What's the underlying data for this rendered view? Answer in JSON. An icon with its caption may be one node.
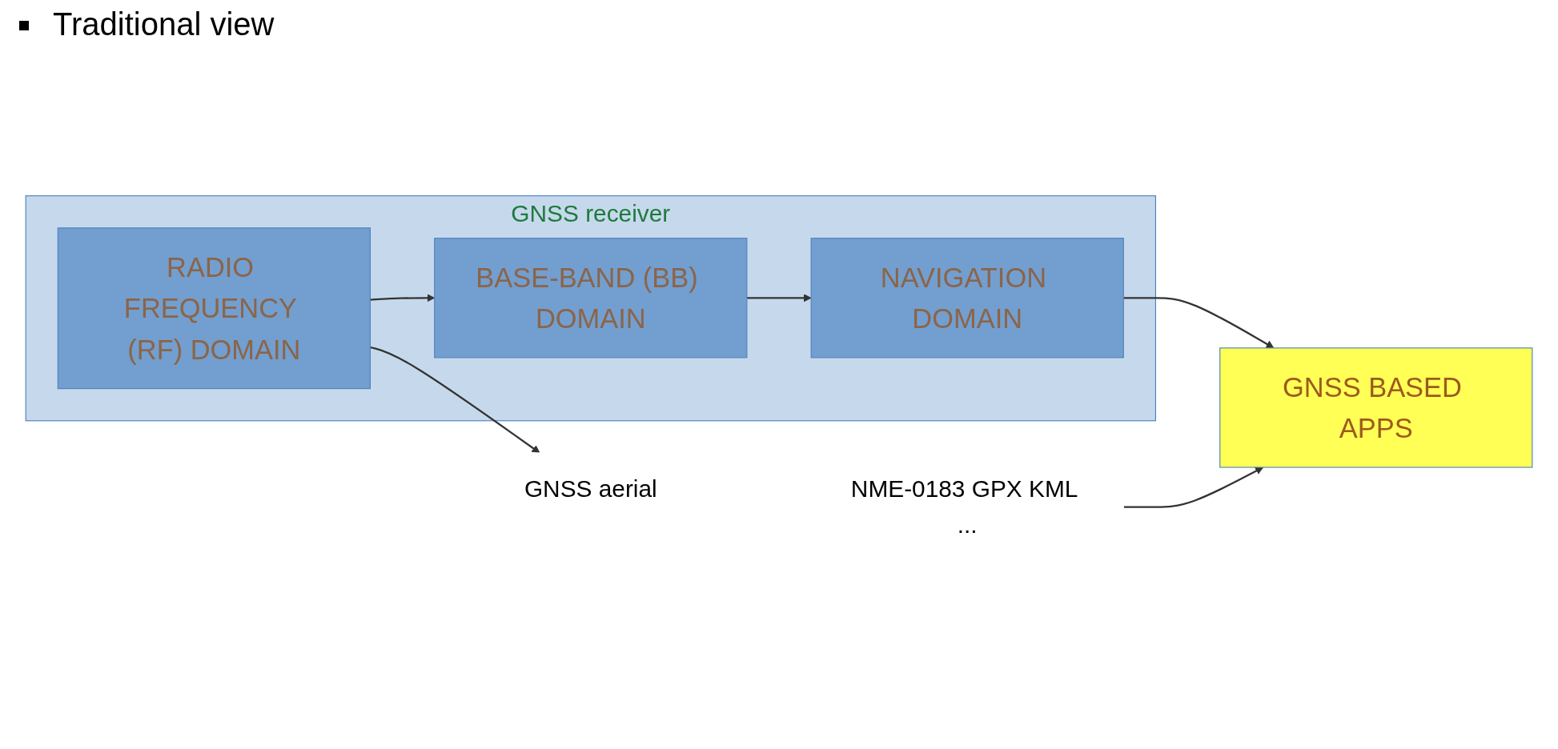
{
  "diagram": {
    "title": "Traditional view",
    "nodes": [
      {
        "text": [
          "GNSS receiver"
        ]
      },
      {
        "text": [
          "RADIO FREQUENCY (RF) DOMAIN"
        ],
        "in": 0
      },
      {
        "text": [
          "BASE-BAND (BB) DOMAIN"
        ],
        "in": 0
      },
      {
        "text": [
          "NAVIGATION DOMAIN"
        ],
        "in": 0
      },
      {
        "text": [
          "GNSS BASED APPS"
        ]
      },
      {
        "text": [
          "GNSS aerial"
        ]
      },
      {
        "text": [
          "NME-0183 GPX KML ..."
        ]
      }
    ],
    "edges": [
      {
        "from": 1,
        "to": 5,
        "arrow": "to"
      },
      {
        "from": 1,
        "to": 2,
        "arrow": "to"
      },
      {
        "from": 2,
        "to": 3,
        "arrow": "to"
      },
      {
        "from": 3,
        "to": 4,
        "arrow": "to"
      },
      {
        "from": 6,
        "to": 4,
        "arrow": "to"
      }
    ]
  }
}
